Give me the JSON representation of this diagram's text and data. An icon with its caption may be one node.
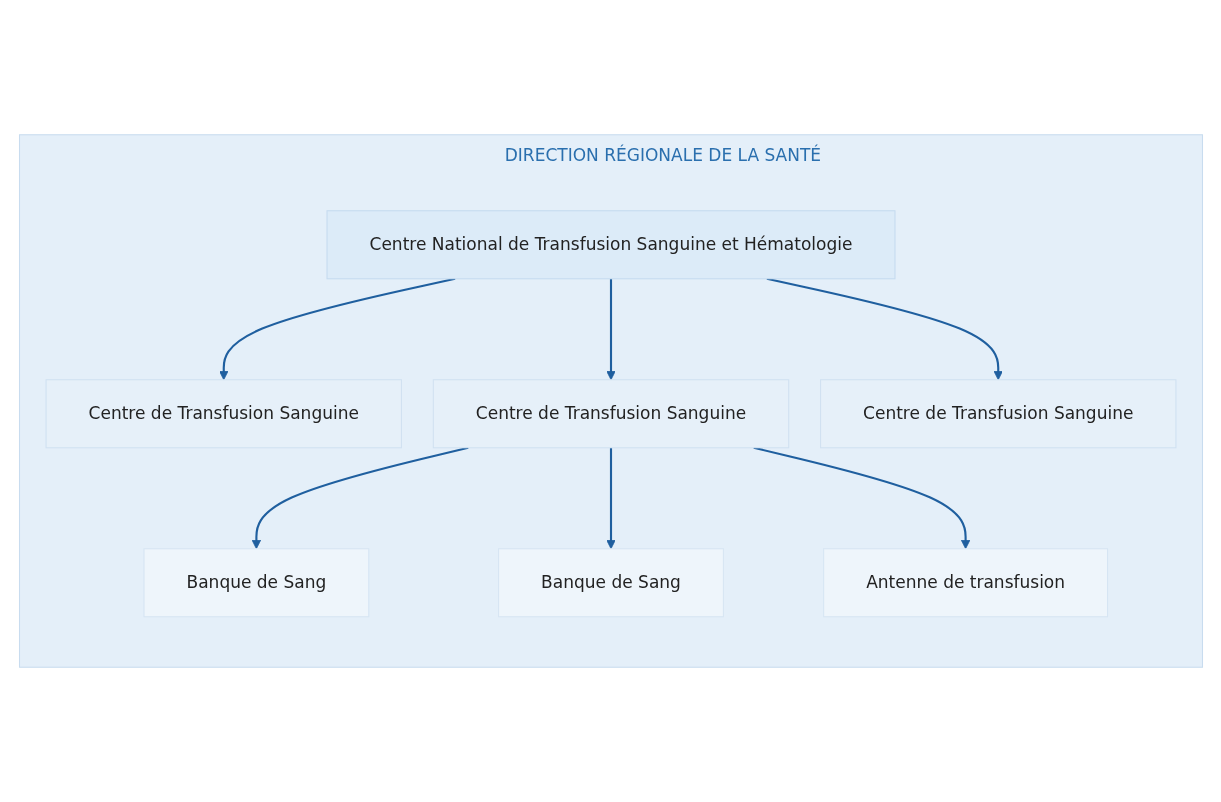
{
  "diagram": {
    "nodes": [
      {
        "text": [
          "DIRECTION RÉGIONALE DE LA SANTÉ"
        ]
      },
      {
        "text": [
          "Centre National de Transfusion Sanguine et Hématologie"
        ],
        "in": 0
      },
      {
        "text": [
          "Centre de Transfusion Sanguine"
        ],
        "in": 0
      },
      {
        "text": [
          "Centre de Transfusion Sanguine"
        ],
        "in": 0
      },
      {
        "text": [
          "Centre de Transfusion Sanguine"
        ],
        "in": 0
      },
      {
        "text": [
          "Banque de Sang"
        ],
        "in": 0
      },
      {
        "text": [
          "Banque de Sang"
        ],
        "in": 0
      },
      {
        "text": [
          "Antenne de transfusion"
        ],
        "in": 0
      }
    ],
    "edges": [
      {
        "from": 1,
        "to": 2,
        "arrow": "to"
      },
      {
        "from": 1,
        "to": 3,
        "arrow": "to"
      },
      {
        "from": 1,
        "to": 4,
        "arrow": "to"
      },
      {
        "from": 3,
        "to": 5,
        "arrow": "to"
      },
      {
        "from": 3,
        "to": 6,
        "arrow": "to"
      },
      {
        "from": 3,
        "to": 7,
        "arrow": "to"
      }
    ]
  }
}
